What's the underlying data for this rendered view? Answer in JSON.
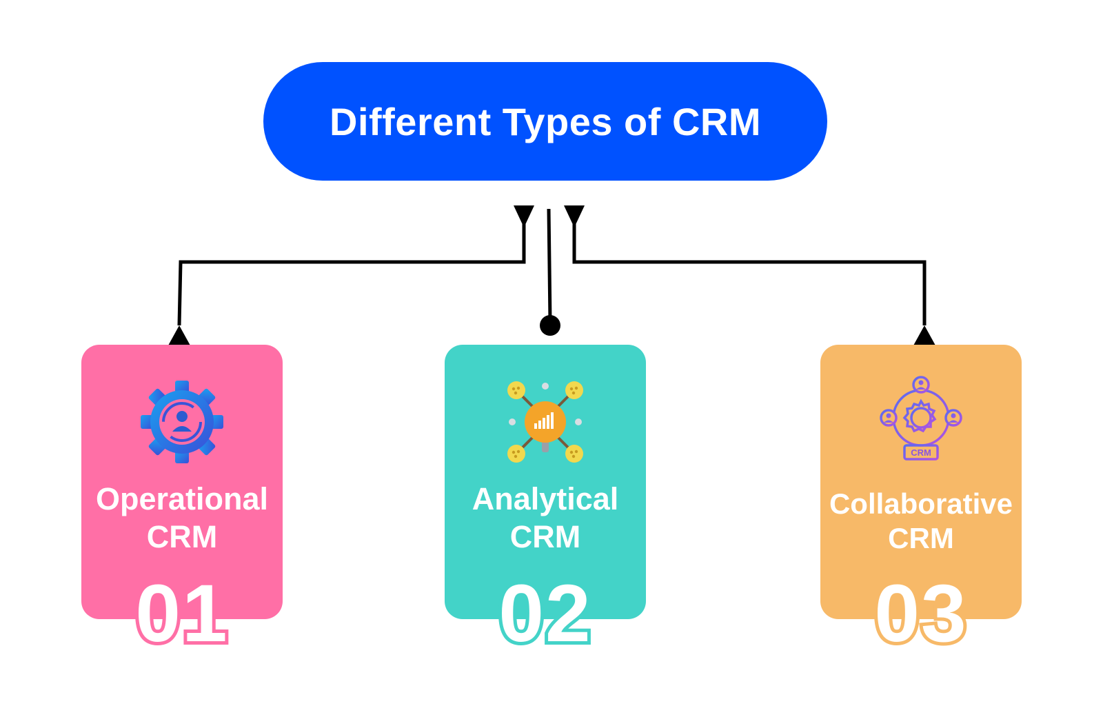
{
  "title": "Different Types of CRM",
  "colors": {
    "title_bg": "#0052ff",
    "line": "#000000",
    "card_1": "#ff6fa6",
    "card_2": "#43d3c8",
    "card_3": "#f7b968"
  },
  "cards": [
    {
      "label_line1": "Operational",
      "label_line2": "CRM",
      "number": "01",
      "icon": "gear-user-sync-icon"
    },
    {
      "label_line1": "Analytical",
      "label_line2": "CRM",
      "number": "02",
      "icon": "network-chart-icon"
    },
    {
      "label_line1": "Collaborative",
      "label_line2": "CRM",
      "number": "03",
      "icon": "crm-team-gear-icon",
      "icon_text": "CRM"
    }
  ]
}
